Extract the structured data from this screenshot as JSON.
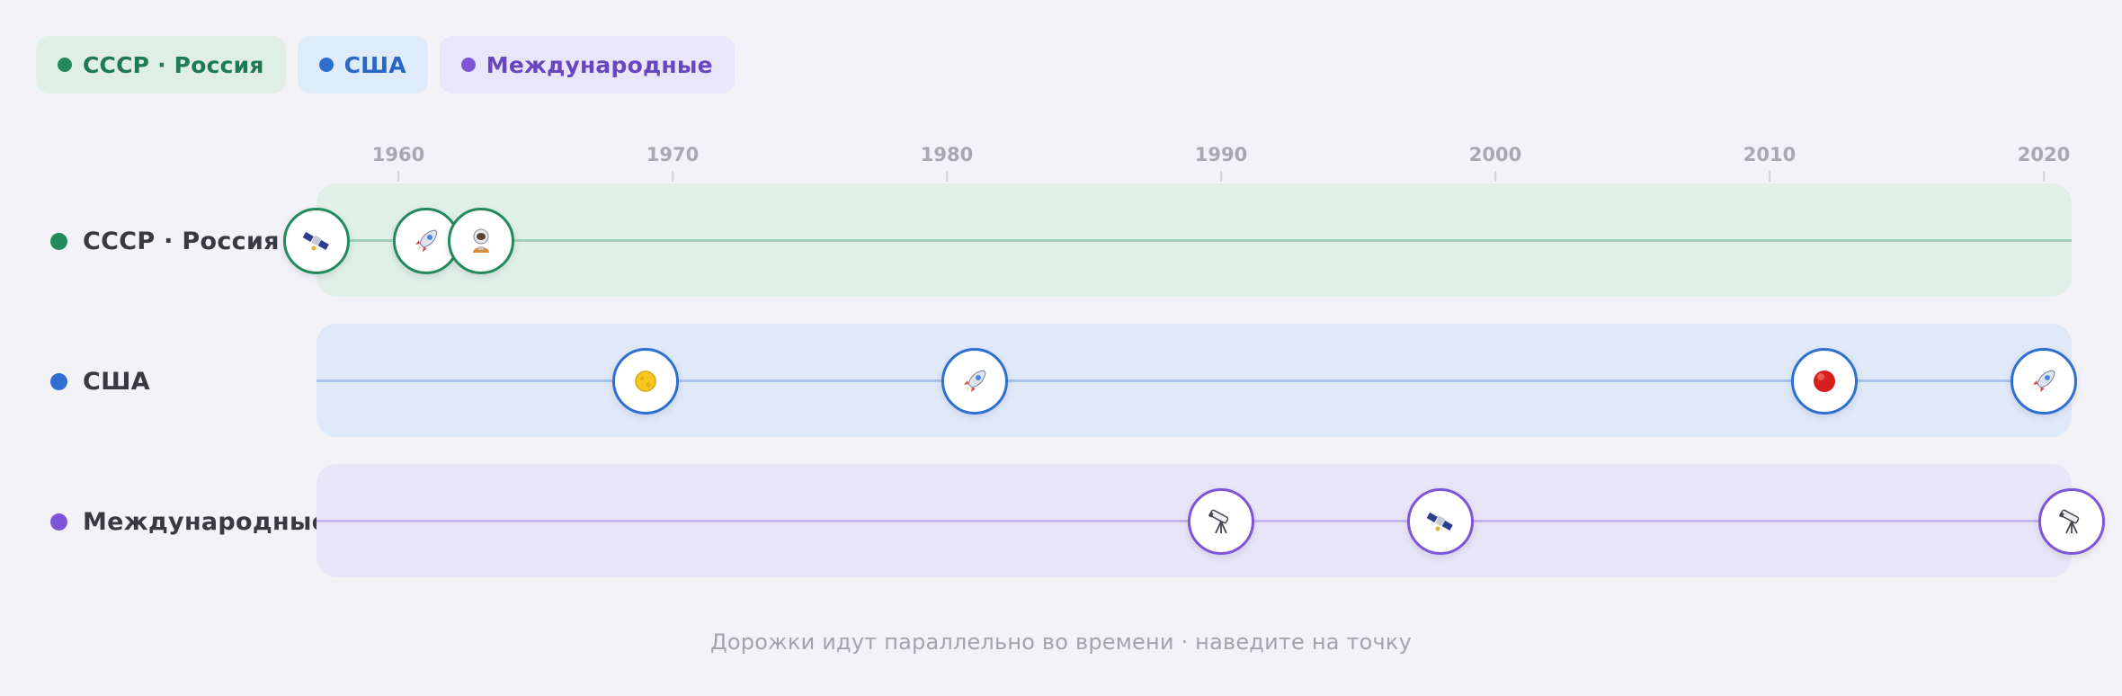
{
  "legend": {
    "ussr": "СССР · Россия",
    "usa": "США",
    "intl": "Международные"
  },
  "axis": {
    "ticks": [
      "1960",
      "1970",
      "1980",
      "1990",
      "2000",
      "2010",
      "2020"
    ]
  },
  "rows": {
    "ussr": "СССР · Россия",
    "usa": "США",
    "intl": "Международные"
  },
  "events": {
    "ussr": [
      {
        "icon": "satellite-icon",
        "year": 1957
      },
      {
        "icon": "rocket-icon",
        "year": 1961
      },
      {
        "icon": "astronaut-icon",
        "year": 1963
      }
    ],
    "usa": [
      {
        "icon": "moon-icon",
        "year": 1969
      },
      {
        "icon": "rocket-icon",
        "year": 1981
      },
      {
        "icon": "mars-icon",
        "year": 2012
      },
      {
        "icon": "rocket-icon",
        "year": 2020
      }
    ],
    "intl": [
      {
        "icon": "telescope-icon",
        "year": 1990
      },
      {
        "icon": "satellite-icon",
        "year": 1998
      },
      {
        "icon": "telescope-icon",
        "year": 2021
      }
    ]
  },
  "caption": "Дорожки идут параллельно во времени · наведите на точку",
  "colors": {
    "ussr": "#228a5c",
    "usa": "#2f6fd1",
    "intl": "#7c56d6"
  }
}
